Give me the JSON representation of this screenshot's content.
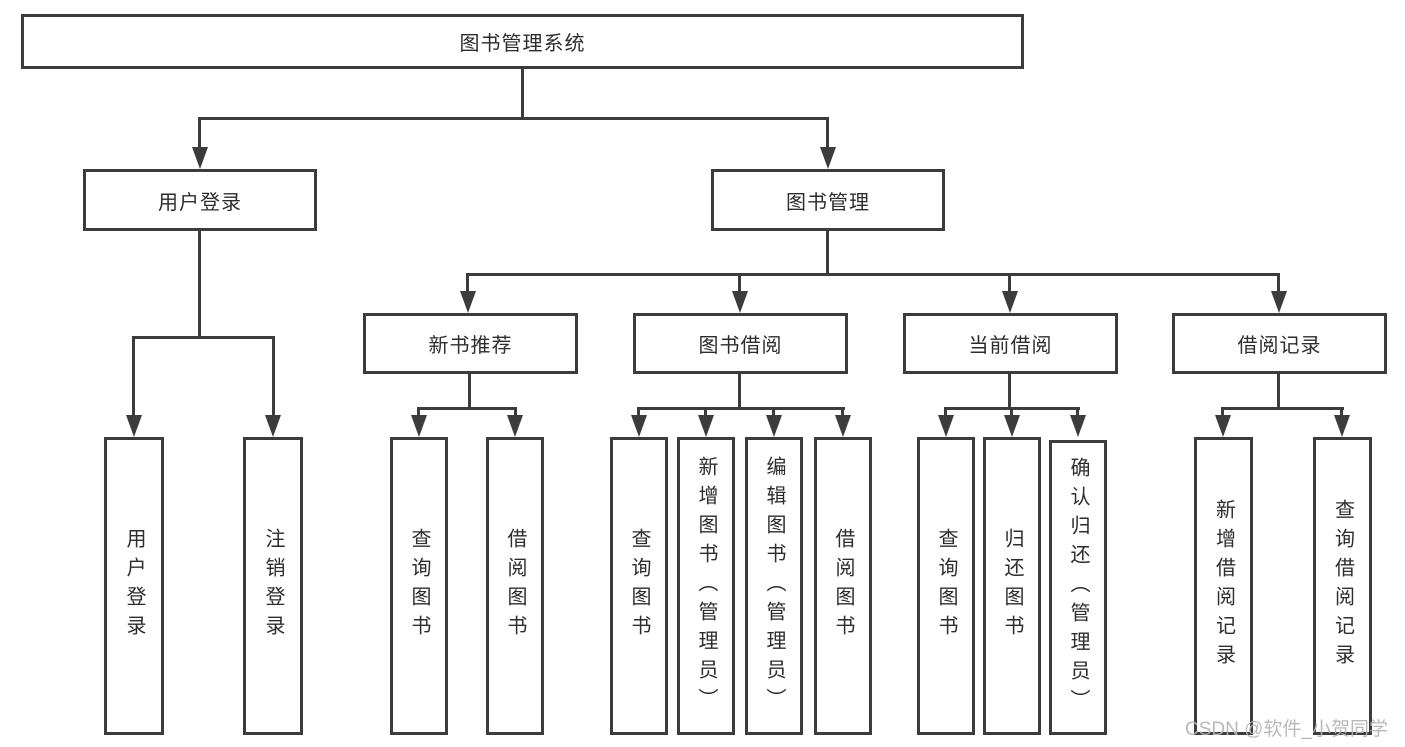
{
  "nodes": {
    "root": "图书管理系统",
    "level2": {
      "user_login": "用户登录",
      "book_mgmt": "图书管理"
    },
    "user_login_children": [
      "用户登录",
      "注销登录"
    ],
    "level3": [
      "新书推荐",
      "图书借阅",
      "当前借阅",
      "借阅记录"
    ],
    "new_book_children": [
      "查询图书",
      "借阅图书"
    ],
    "book_borrow_children": [
      "查询图书",
      "新增图书（管理员）",
      "编辑图书（管理员）",
      "借阅图书"
    ],
    "current_borrow_children": [
      "查询图书",
      "归还图书",
      "确认归还（管理员）"
    ],
    "borrow_record_children": [
      "新增借阅记录",
      "查询借阅记录"
    ]
  },
  "watermark": {
    "text": "CSDN @软件_小贺同学"
  },
  "colors": {
    "line": "#3c3c3c",
    "text": "#2d2d2d",
    "background": "#ffffff",
    "watermark": "#b4b4b4"
  }
}
